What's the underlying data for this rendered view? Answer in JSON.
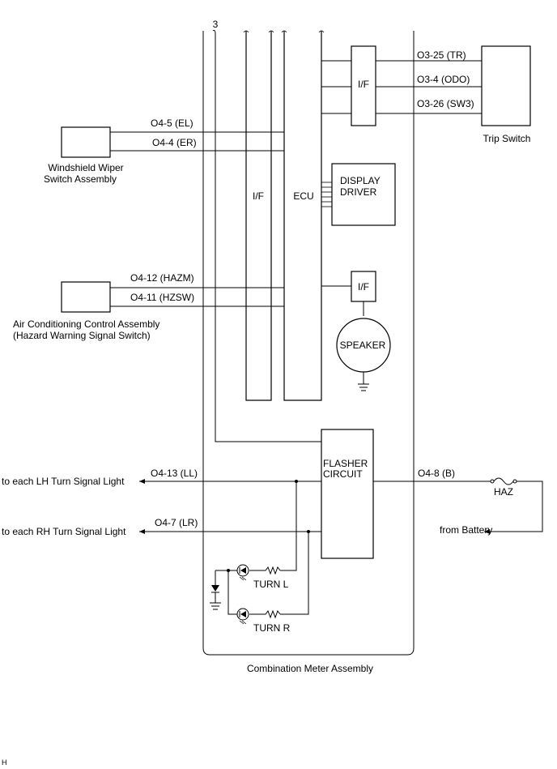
{
  "diagram": {
    "meter_label": "Combination Meter Assembly",
    "wire_top": "3",
    "if_main": "I/F",
    "ecu": "ECU",
    "if_top_right": "I/F",
    "if_speaker": "I/F",
    "display_driver_1": "DISPLAY",
    "display_driver_2": "DRIVER",
    "speaker": "SPEAKER",
    "flasher_1": "FLASHER",
    "flasher_2": "CIRCUIT",
    "turn_l": "TURN L",
    "turn_r": "TURN R",
    "trip_switch": "Trip Switch",
    "trip_pins": [
      "O3-25 (TR)",
      "O3-4 (ODO)",
      "O3-26 (SW3)"
    ],
    "wiper_1": "Windshield Wiper",
    "wiper_2": "Switch Assembly",
    "wiper_pins": [
      "O4-5 (EL)",
      "O4-4 (ER)"
    ],
    "ac_1": "Air Conditioning Control Assembly",
    "ac_2": "(Hazard Warning Signal Switch)",
    "ac_pins": [
      "O4-12 (HAZM)",
      "O4-11 (HZSW)"
    ],
    "lh_pin": "O4-13 (LL)",
    "lh_label": "to each LH Turn Signal Light",
    "rh_pin": "O4-7 (LR)",
    "rh_label": "to each RH Turn Signal Light",
    "battery_pin": "O4-8 (B)",
    "fuse": "HAZ",
    "battery": "from Battery",
    "corner_code": "H"
  }
}
